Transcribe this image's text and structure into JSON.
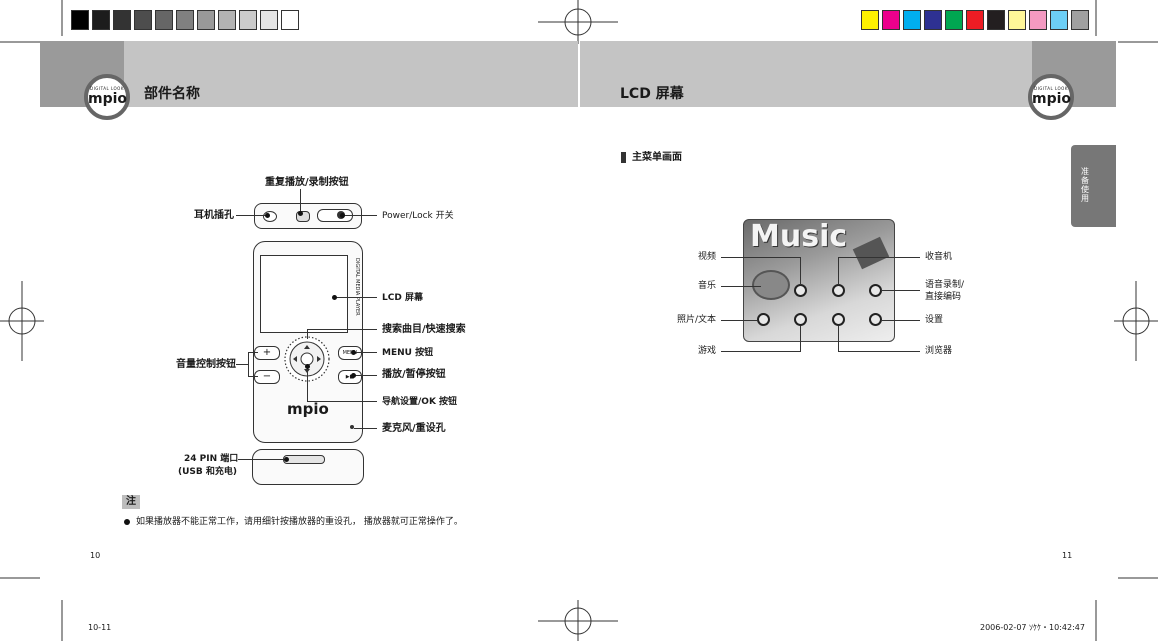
{
  "left_page": {
    "header_title": "部件名称",
    "logo": {
      "small": "DIGITAL LOOK",
      "brand": "mpio"
    },
    "labels": {
      "repeat_record": "重复播放/录制按钮",
      "earphone": "耳机插孔",
      "power_lock": "Power/Lock 开关",
      "lcd": "LCD 屏幕",
      "search": "搜索曲目/快速搜索",
      "volume": "音量控制按钮",
      "menu": "MENU 按钮",
      "play_pause": "播放/暂停按钮",
      "nav_ok": "导航设置/OK 按钮",
      "mic_reset": "麦克风/重设孔",
      "pin_port": "24 PIN 端口",
      "usb_charge": "(USB 和充电)"
    },
    "device": {
      "brand": "mpio",
      "side_text": "DIGITAL MEDIA PLAYER",
      "menu_key": "MENU",
      "plus": "+",
      "minus": "−",
      "play_glyph": "▶■"
    },
    "note_title": "注",
    "note_text": "如果播放器不能正常工作，请用细针按播放器的重设孔， 播放器就可正常操作了。",
    "page_number": "10"
  },
  "right_page": {
    "header_title": "LCD 屏幕",
    "logo": {
      "small": "DIGITAL LOOK",
      "brand": "mpio"
    },
    "section_title": "主菜单画面",
    "screen_title": "Music",
    "labels": {
      "video": "视频",
      "music": "音乐",
      "photo_text": "照片/文本",
      "game": "游戏",
      "radio": "收音机",
      "voice_record_1": "语音录制/",
      "voice_record_2": "直接编码",
      "settings": "设置",
      "browser": "浏览器"
    },
    "side_tab": "准备使用",
    "page_number": "11"
  },
  "footer": {
    "left": "10-11",
    "right": "2006-02-07   ｿｹｹ・10:42:47"
  },
  "colors": {
    "gray_bar": [
      "#000000",
      "#1c1c1c",
      "#333333",
      "#4d4d4d",
      "#666666",
      "#808080",
      "#999999",
      "#b3b3b3",
      "#cccccc",
      "#e6e6e6",
      "#ffffff"
    ],
    "color_bar": [
      "#fff200",
      "#ec008c",
      "#00aeef",
      "#2e3192",
      "#00a651",
      "#ed1c24",
      "#231f20",
      "#fff799",
      "#f49ac1",
      "#6dcff6",
      "#a0a0a0"
    ]
  }
}
